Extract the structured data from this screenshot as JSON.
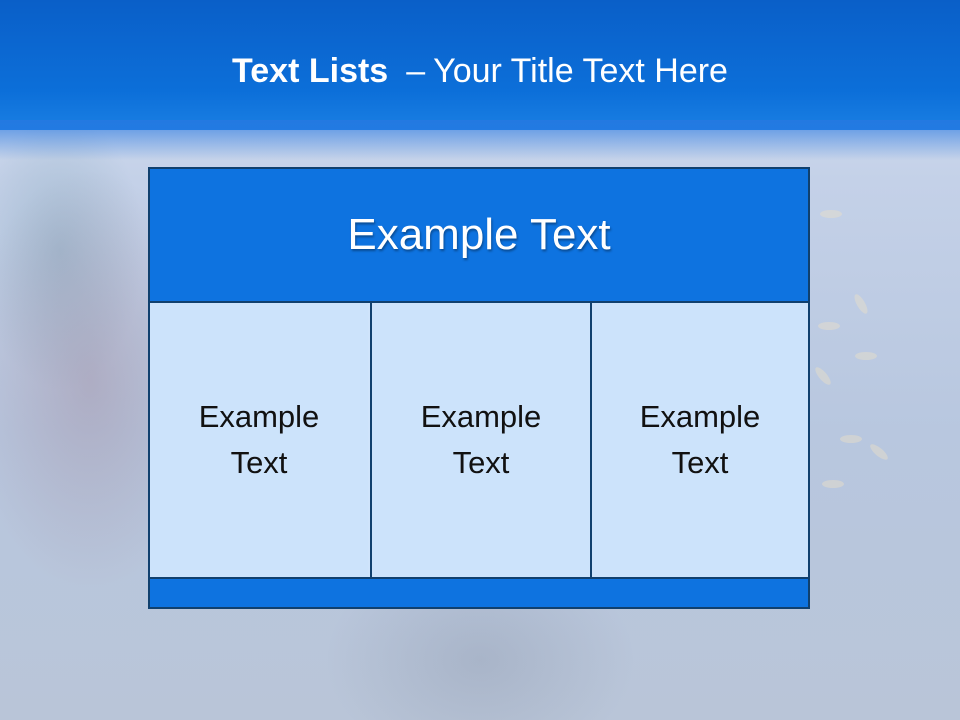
{
  "slide": {
    "title_bold": "Text Lists",
    "title_separator": "–",
    "title_rest": "Your Title Text Here"
  },
  "diagram": {
    "header": "Example Text",
    "items": [
      {
        "label": "Example Text"
      },
      {
        "label": "Example Text"
      },
      {
        "label": "Example Text"
      }
    ]
  }
}
